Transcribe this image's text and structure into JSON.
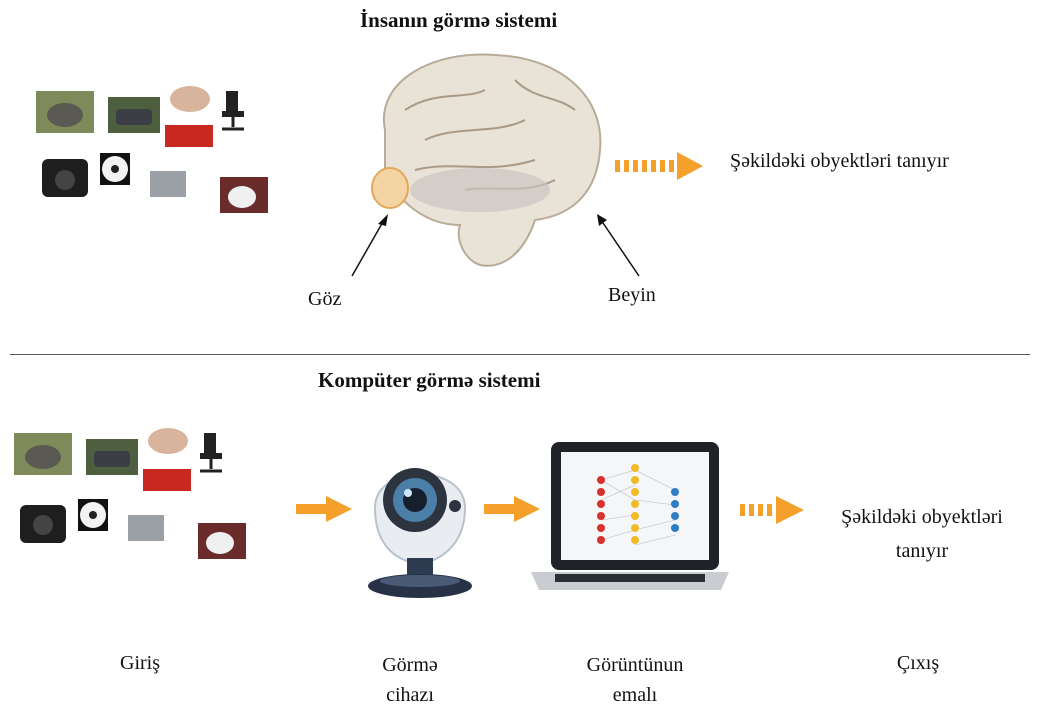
{
  "human": {
    "title": "İnsanın görmə sistemi",
    "eye_label": "Göz",
    "brain_label": "Beyin",
    "output": "Şəkildəki obyektləri tanıyır"
  },
  "computer": {
    "title": "Kompüter görmə sistemi",
    "output_line1": "Şəkildəki obyektləri",
    "output_line2": "tanıyır",
    "stage_input": "Giriş",
    "stage_device_line1": "Görmə",
    "stage_device_line2": "cihazı",
    "stage_processing_line1": "Görüntünun",
    "stage_processing_line2": "emalı",
    "stage_output": "Çıxış"
  },
  "colors": {
    "arrow": "#f4a02a",
    "divider": "#555555"
  },
  "icons": [
    "elephant-photo",
    "car-photo",
    "brain-photo",
    "office-chair-photo",
    "red-sofa-photo",
    "camera-photo",
    "soccer-ball-photo",
    "zebra-photo",
    "dog-photo",
    "human-brain-with-eye",
    "webcam",
    "laptop-neural-network"
  ]
}
